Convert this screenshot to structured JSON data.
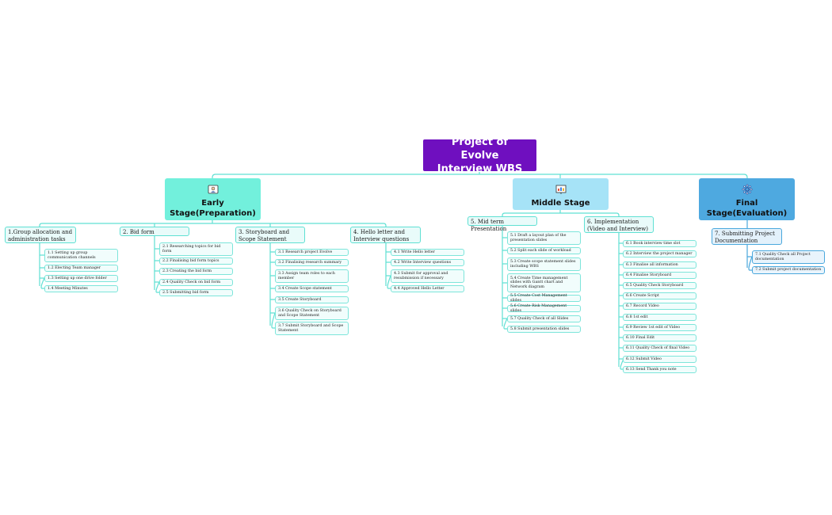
{
  "root": {
    "title": "Project of Evolve Interview WBS"
  },
  "stages": [
    {
      "label": "Early Stage(Preparation)",
      "icon": "teacher-icon",
      "color": "#72f0dc"
    },
    {
      "label": "Middle Stage",
      "icon": "presentation-icon",
      "color": "#a6e3f7"
    },
    {
      "label": "Final Stage(Evaluation)",
      "icon": "gear-network-icon",
      "color": "#4ea9e0"
    }
  ],
  "categories": [
    {
      "label": "1.Group allocation and administration tasks",
      "items": [
        "1.1 Setting up group communication channels",
        "1.2 Electing Team manager",
        "1.3 Setting up one drive folder",
        "1.4 Meeting Minutes"
      ]
    },
    {
      "label": "2. Bid form",
      "items": [
        "2.1 Researching topics for bid form",
        "2.2 Finalising bid form topics",
        "2.3 Creating the bid form",
        "2.4 Quality Check on bid form",
        "2.5 Submitting bid form"
      ]
    },
    {
      "label": "3. Storyboard and Scope Statement",
      "items": [
        "3.1 Research project Evolve",
        "3.2 Finalising research summary",
        "3.3 Assign team roles to each member",
        "3.4 Create Scope statement",
        "3.5 Create Storyboard",
        "3.6 Quality Check on Storyboard and Scope Statement",
        "3.7 Submit Storyboard and Scope Statement"
      ]
    },
    {
      "label": "4. Hello letter and Interview questions",
      "items": [
        "4.1 Write Hello letter",
        "4.2 Write Interview questions",
        "4.3 Submit for approval and resubmission if necessary",
        "4.4 Approved Hello Letter"
      ]
    },
    {
      "label": "5. Mid term Presentation",
      "items": [
        "5.1 Draft a layout plan of the presentation slides",
        "5.2 Split each slide of workload",
        "5.3 Create scope statement slides including WBS",
        "5.4 Create Time management slides with Gantt chart and Network diagram",
        "5.5 Create Cost Management slides",
        "5.6 Create Risk Management slides",
        "5.7 Quality Check of all Slides",
        "5.8 Submit presentation slides"
      ]
    },
    {
      "label": "6. Implementation (Video and Interview)",
      "items": [
        "6.1 Book interview time slot",
        "6.2 Interview the project manager",
        "6.3 Finalise all information",
        "6.4 Finalise Storyboard",
        "6.5 Quality Check Storyboard",
        "6.6 Create Script",
        "6.7 Record Video",
        "6.8 1st edit",
        "6.9 Review 1st edit of Video",
        "6.10 Final Edit",
        "6.11 Quality Check of final Video",
        "6.12 Submit Video",
        "6.13 Send Thank you note"
      ]
    },
    {
      "label": "7. Submitting Project Documentation",
      "items": [
        "7.1 Quality Check all Project documentation",
        "7.2 Submit project documentation"
      ]
    }
  ]
}
